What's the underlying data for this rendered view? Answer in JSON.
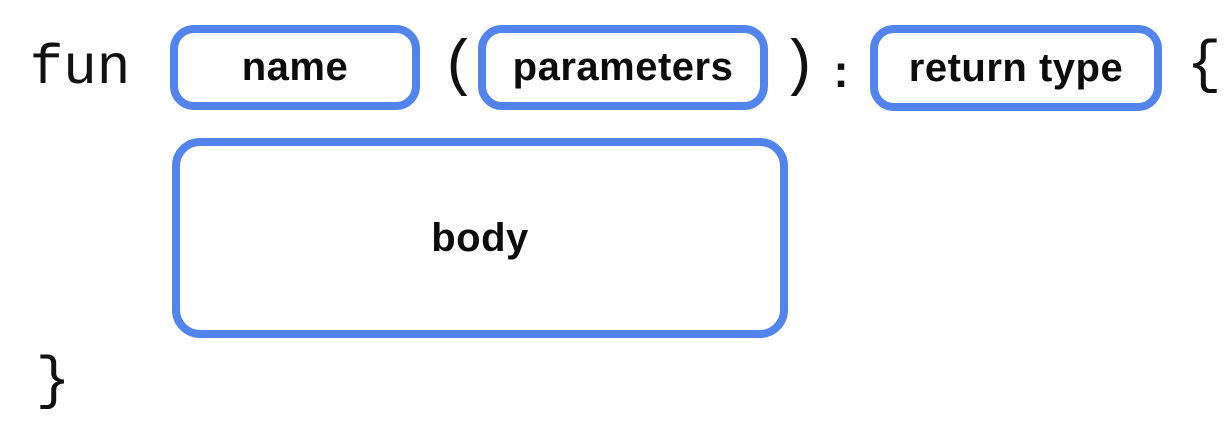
{
  "syntax": {
    "keyword": "fun",
    "symbols": {
      "open_paren": "(",
      "close_paren": ")",
      "colon": ":",
      "open_brace": "{",
      "close_brace": "}"
    },
    "slots": {
      "name": "name",
      "parameters": "parameters",
      "return_type": "return type",
      "body": "body"
    },
    "colors": {
      "slot_border": "#5383EC",
      "text": "#111111",
      "background": "#FFFFFF"
    }
  }
}
